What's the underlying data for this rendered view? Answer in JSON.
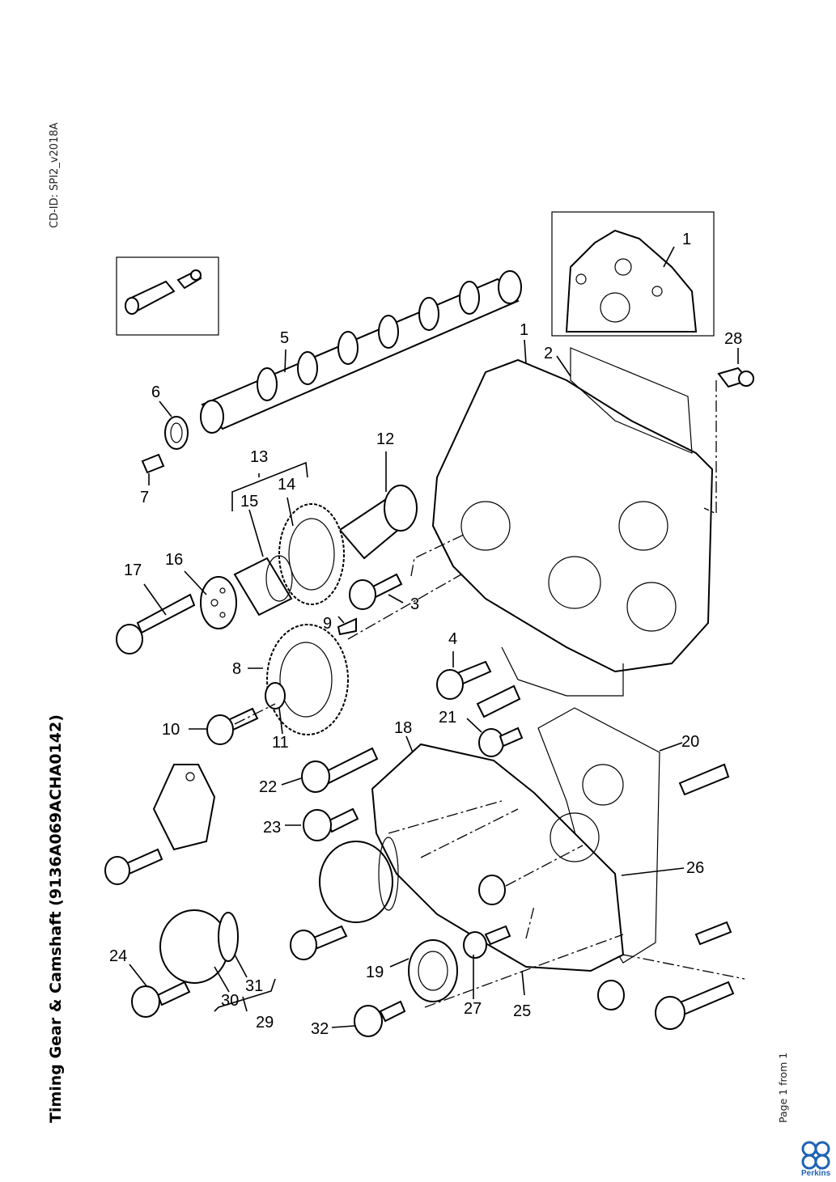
{
  "header": {
    "cd_id": "CD-ID: SPI2_v2018A"
  },
  "title": "Timing Gear & Camshaft (9136A069ACHA0142)",
  "footer": {
    "page_info": "Page 1 from 1",
    "brand": "Perkins"
  },
  "brand_color": "#1e63b4",
  "callouts": [
    "1",
    "1",
    "2",
    "3",
    "4",
    "5",
    "6",
    "7",
    "8",
    "9",
    "10",
    "11",
    "12",
    "13",
    "14",
    "15",
    "16",
    "17",
    "18",
    "19",
    "20",
    "21",
    "22",
    "23",
    "24",
    "25",
    "26",
    "27",
    "28",
    "29",
    "30",
    "31",
    "32"
  ]
}
